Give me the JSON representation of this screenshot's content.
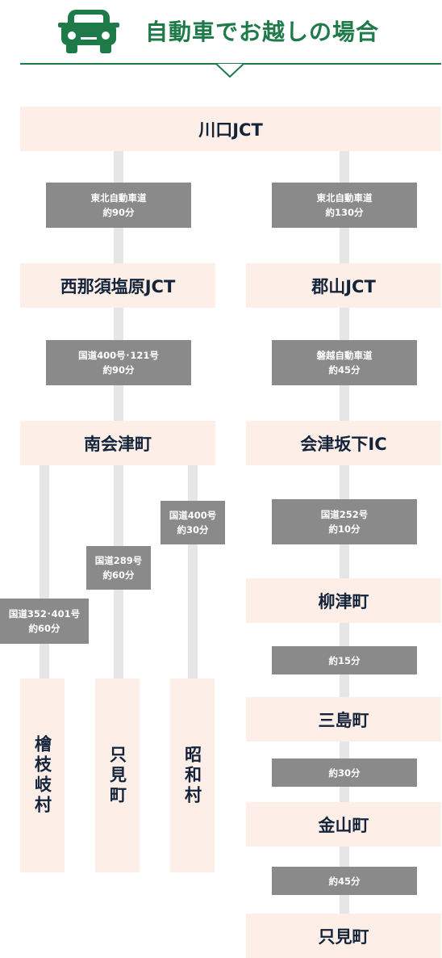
{
  "header": {
    "title": "自動車でお越しの場合",
    "icon": "car-icon",
    "accent_color": "#1f7a4a"
  },
  "places": {
    "kawaguchi": "川口JCT",
    "nishinasu": "西那須塩原JCT",
    "minamiaizu": "南会津町",
    "koriyama": "郡山JCT",
    "aizubange": "会津坂下IC",
    "yanaizu": "柳津町",
    "mishima": "三島町",
    "kaneyama": "金山町",
    "tadami_right": "只見町",
    "hinoemata": "檜枝岐村",
    "tadami_left": "只見町",
    "showa": "昭和村"
  },
  "routes": {
    "r1": {
      "road": "東北自動車道",
      "time": "約90分"
    },
    "r2": {
      "road": "東北自動車道",
      "time": "約130分"
    },
    "r3": {
      "road": "国道400号･121号",
      "time": "約90分"
    },
    "r4": {
      "road": "磐越自動車道",
      "time": "約45分"
    },
    "r5": {
      "road": "国道400号",
      "time": "約30分"
    },
    "r6": {
      "road": "国道252号",
      "time": "約10分"
    },
    "r7": {
      "road": "国道289号",
      "time": "約60分"
    },
    "r8": {
      "road": "国道352･401号",
      "time": "約60分"
    },
    "r9": {
      "time": "約15分"
    },
    "r10": {
      "time": "約30分"
    },
    "r11": {
      "time": "約45分"
    }
  }
}
